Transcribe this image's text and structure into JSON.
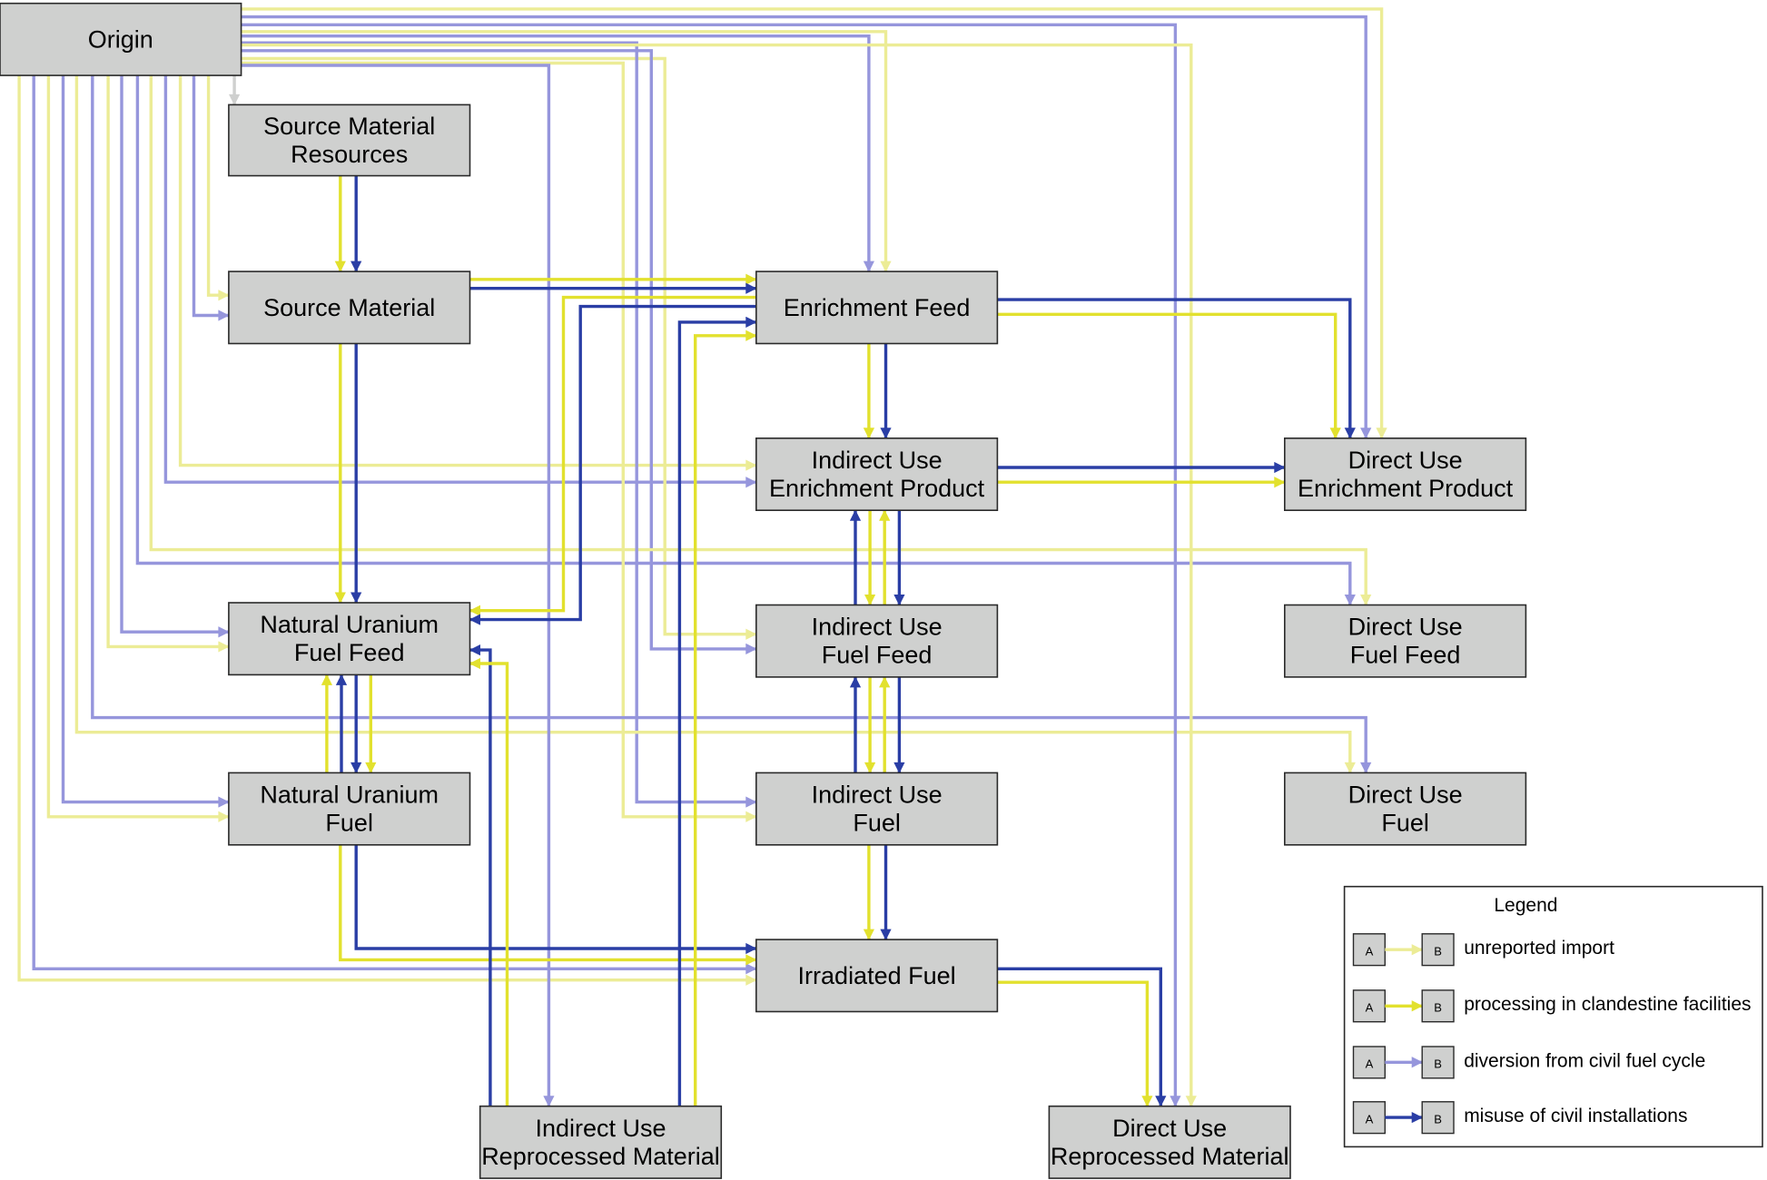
{
  "colors": {
    "unreported_import": "#ecec96",
    "clandestine_processing": "#e2e12e",
    "civil_diversion": "#9696dc",
    "civil_misuse": "#2a3ea5",
    "origin_to_source": "#cfd0cf",
    "node_fill": "#cfd0cf",
    "node_stroke": "#2a2a2a"
  },
  "nodes": [
    {
      "id": "origin",
      "lines": [
        "Origin"
      ]
    },
    {
      "id": "smr",
      "lines": [
        "Source Material",
        "Resources"
      ]
    },
    {
      "id": "sm",
      "lines": [
        "Source Material"
      ]
    },
    {
      "id": "ef",
      "lines": [
        "Enrichment Feed"
      ]
    },
    {
      "id": "iuep",
      "lines": [
        "Indirect Use",
        "Enrichment Product"
      ]
    },
    {
      "id": "duep",
      "lines": [
        "Direct Use",
        "Enrichment Product"
      ]
    },
    {
      "id": "nuff",
      "lines": [
        "Natural Uranium",
        "Fuel Feed"
      ]
    },
    {
      "id": "iuff",
      "lines": [
        "Indirect Use",
        "Fuel Feed"
      ]
    },
    {
      "id": "duff",
      "lines": [
        "Direct Use",
        "Fuel Feed"
      ]
    },
    {
      "id": "nuf",
      "lines": [
        "Natural Uranium",
        "Fuel"
      ]
    },
    {
      "id": "iuf",
      "lines": [
        "Indirect Use",
        "Fuel"
      ]
    },
    {
      "id": "duf",
      "lines": [
        "Direct Use",
        "Fuel"
      ]
    },
    {
      "id": "irf",
      "lines": [
        "Irradiated Fuel"
      ]
    },
    {
      "id": "iurm",
      "lines": [
        "Indirect Use",
        "Reprocessed Material"
      ]
    },
    {
      "id": "durm",
      "lines": [
        "Direct Use",
        "Reprocessed Material"
      ]
    }
  ],
  "legend": {
    "title": "Legend",
    "box_a": "A",
    "box_b": "B",
    "items": [
      {
        "label": "unreported import",
        "type": "unreported_import"
      },
      {
        "label": "processing in clandestine facilities",
        "type": "clandestine_processing"
      },
      {
        "label": "diversion from civil fuel cycle",
        "type": "civil_diversion"
      },
      {
        "label": "misuse of civil installations",
        "type": "civil_misuse"
      }
    ]
  },
  "edges": [
    {
      "from": "origin",
      "to": "smr",
      "type": "origin_to_source"
    },
    {
      "from": "origin",
      "to": "sm",
      "type": "unreported_import"
    },
    {
      "from": "origin",
      "to": "sm",
      "type": "civil_diversion"
    },
    {
      "from": "origin",
      "to": "ef",
      "type": "civil_diversion"
    },
    {
      "from": "origin",
      "to": "ef",
      "type": "unreported_import"
    },
    {
      "from": "origin",
      "to": "iuep",
      "type": "unreported_import"
    },
    {
      "from": "origin",
      "to": "iuep",
      "type": "civil_diversion"
    },
    {
      "from": "origin",
      "to": "duep",
      "type": "unreported_import"
    },
    {
      "from": "origin",
      "to": "duep",
      "type": "civil_diversion"
    },
    {
      "from": "origin",
      "to": "nuff",
      "type": "civil_diversion"
    },
    {
      "from": "origin",
      "to": "nuff",
      "type": "unreported_import"
    },
    {
      "from": "origin",
      "to": "iuff",
      "type": "unreported_import"
    },
    {
      "from": "origin",
      "to": "iuff",
      "type": "civil_diversion"
    },
    {
      "from": "origin",
      "to": "duff",
      "type": "civil_diversion"
    },
    {
      "from": "origin",
      "to": "duff",
      "type": "unreported_import"
    },
    {
      "from": "origin",
      "to": "nuf",
      "type": "civil_diversion"
    },
    {
      "from": "origin",
      "to": "nuf",
      "type": "unreported_import"
    },
    {
      "from": "origin",
      "to": "iuf",
      "type": "civil_diversion"
    },
    {
      "from": "origin",
      "to": "iuf",
      "type": "unreported_import"
    },
    {
      "from": "origin",
      "to": "duf",
      "type": "unreported_import"
    },
    {
      "from": "origin",
      "to": "duf",
      "type": "civil_diversion"
    },
    {
      "from": "origin",
      "to": "irf",
      "type": "civil_diversion"
    },
    {
      "from": "origin",
      "to": "irf",
      "type": "unreported_import"
    },
    {
      "from": "origin",
      "to": "iurm",
      "type": "civil_diversion"
    },
    {
      "from": "origin",
      "to": "durm",
      "type": "civil_diversion"
    },
    {
      "from": "origin",
      "to": "durm",
      "type": "unreported_import"
    },
    {
      "from": "smr",
      "to": "sm",
      "type": "clandestine_processing"
    },
    {
      "from": "smr",
      "to": "sm",
      "type": "civil_misuse"
    },
    {
      "from": "sm",
      "to": "ef",
      "type": "clandestine_processing"
    },
    {
      "from": "sm",
      "to": "ef",
      "type": "civil_misuse"
    },
    {
      "from": "sm",
      "to": "nuff",
      "type": "clandestine_processing"
    },
    {
      "from": "sm",
      "to": "nuff",
      "type": "civil_misuse"
    },
    {
      "from": "ef",
      "to": "iuep",
      "type": "clandestine_processing"
    },
    {
      "from": "ef",
      "to": "iuep",
      "type": "civil_misuse"
    },
    {
      "from": "ef",
      "to": "duep",
      "type": "civil_misuse"
    },
    {
      "from": "ef",
      "to": "duep",
      "type": "clandestine_processing"
    },
    {
      "from": "ef",
      "to": "nuff",
      "type": "clandestine_processing"
    },
    {
      "from": "ef",
      "to": "nuff",
      "type": "civil_misuse"
    },
    {
      "from": "iuep",
      "to": "duep",
      "type": "civil_misuse"
    },
    {
      "from": "iuep",
      "to": "duep",
      "type": "clandestine_processing"
    },
    {
      "from": "iuep",
      "to": "iuff",
      "type": "clandestine_processing"
    },
    {
      "from": "iuep",
      "to": "iuff",
      "type": "civil_misuse"
    },
    {
      "from": "iuff",
      "to": "iuep",
      "type": "civil_misuse"
    },
    {
      "from": "iuff",
      "to": "iuep",
      "type": "clandestine_processing"
    },
    {
      "from": "iuff",
      "to": "iuf",
      "type": "clandestine_processing"
    },
    {
      "from": "iuff",
      "to": "iuf",
      "type": "civil_misuse"
    },
    {
      "from": "iuf",
      "to": "iuff",
      "type": "civil_misuse"
    },
    {
      "from": "iuf",
      "to": "iuff",
      "type": "clandestine_processing"
    },
    {
      "from": "iuf",
      "to": "irf",
      "type": "clandestine_processing"
    },
    {
      "from": "iuf",
      "to": "irf",
      "type": "civil_misuse"
    },
    {
      "from": "nuff",
      "to": "nuf",
      "type": "clandestine_processing"
    },
    {
      "from": "nuff",
      "to": "nuf",
      "type": "civil_misuse"
    },
    {
      "from": "nuf",
      "to": "nuff",
      "type": "civil_misuse"
    },
    {
      "from": "nuf",
      "to": "nuff",
      "type": "clandestine_processing"
    },
    {
      "from": "nuf",
      "to": "irf",
      "type": "clandestine_processing"
    },
    {
      "from": "nuf",
      "to": "irf",
      "type": "civil_misuse"
    },
    {
      "from": "irf",
      "to": "durm",
      "type": "civil_misuse"
    },
    {
      "from": "irf",
      "to": "durm",
      "type": "clandestine_processing"
    },
    {
      "from": "iurm",
      "to": "nuff",
      "type": "civil_misuse"
    },
    {
      "from": "iurm",
      "to": "nuff",
      "type": "clandestine_processing"
    },
    {
      "from": "iurm",
      "to": "ef",
      "type": "civil_misuse"
    },
    {
      "from": "iurm",
      "to": "ef",
      "type": "clandestine_processing"
    }
  ]
}
